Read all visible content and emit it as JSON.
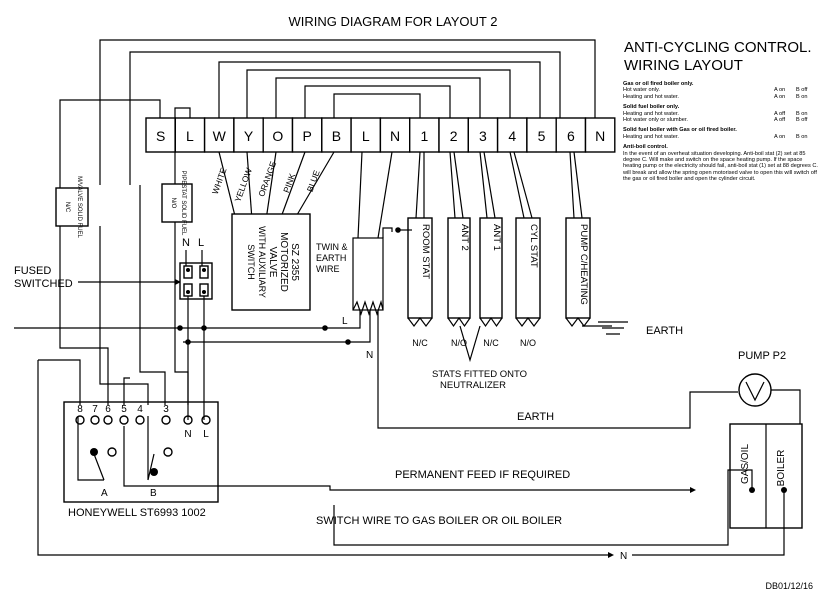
{
  "title": "WIRING DIAGRAM FOR LAYOUT 2",
  "anti_cycling": {
    "title_line1": "ANTI-CYCLING CONTROL.",
    "title_line2": "WIRING LAYOUT",
    "sections": [
      {
        "heading": "Gas or oil fired boiler only.",
        "rows": [
          [
            "Hot water only.",
            "A on",
            "B off"
          ],
          [
            "Heating and hot water.",
            "A on",
            "B on"
          ]
        ]
      },
      {
        "heading": "Solid fuel boiler only.",
        "rows": [
          [
            "Heating and hot water.",
            "A off",
            "B on"
          ],
          [
            "Hot water only or slumber.",
            "A off",
            "B off"
          ]
        ]
      },
      {
        "heading": "Solid fuel boiler with Gas or oil fired boiler.",
        "rows": [
          [
            "Heating and hot water.",
            "A on",
            "B on"
          ]
        ]
      }
    ],
    "anti_boil_heading": "Anti-boil control.",
    "anti_boil_text": "In the event of an overheat situation developing. Anti-boil stat (2) set at 85 degree C. Will make and switch on the space heating pump. If the space heating pump or the electricity should fail, anti-boil stat (1) set at 88 degrees C. will break and allow the spring open motorised valve to open this will switch off the gas or oil fired boiler and open the cylinder circuit."
  },
  "terminals": [
    "S",
    "L",
    "W",
    "Y",
    "O",
    "P",
    "B",
    "L",
    "N",
    "1",
    "2",
    "3",
    "4",
    "5",
    "6",
    "N"
  ],
  "wire_colors": [
    "WHITE",
    "YELLOW",
    "ORANGE",
    "PINK",
    "BLUE"
  ],
  "valve": {
    "line1": "SZ 2355",
    "line2": "MOTORIZED",
    "line3": "VALVE",
    "line4": "WITH AUXILIARY",
    "line5": "SWITCH"
  },
  "mvalve": {
    "contact": "N/C",
    "text": "M/VALVE SOLID FUEL"
  },
  "pipestat": {
    "contact": "N/O",
    "text": "PIPESTAT SOLID FUEL"
  },
  "fused": {
    "line1": "FUSED",
    "line2": "SWITCHED",
    "n": "N",
    "l": "L"
  },
  "twin": {
    "line1": "TWIN &",
    "line2": "EARTH",
    "line3": "WIRE",
    "l": "L",
    "n": "N"
  },
  "stats": [
    {
      "name": "ROOM STAT",
      "contact": "N/C"
    },
    {
      "name": "ANT 2",
      "contact": "N/O"
    },
    {
      "name": "ANT 1",
      "contact": "N/C"
    },
    {
      "name": "CYL STAT",
      "contact": "N/O"
    },
    {
      "name": "PUMP  C/HEATING",
      "contact": ""
    }
  ],
  "stats_note_line1": "STATS FITTED ONTO",
  "stats_note_line2": "NEUTRALIZER",
  "earth_label": "EARTH",
  "earth_wire_label": "EARTH",
  "honeywell": {
    "label": "HONEYWELL ST6993 1002",
    "terminals": [
      "8",
      "7",
      "6",
      "5",
      "4",
      "3",
      "N",
      "L"
    ],
    "switch_a": "A",
    "switch_b": "B"
  },
  "pump_p2": "PUMP P2",
  "boiler": {
    "left": "GAS/OIL",
    "right": "BOILER"
  },
  "permanent_feed": "PERMANENT FEED IF REQUIRED",
  "switch_wire": "SWITCH WIRE TO GAS BOILER OR OIL BOILER",
  "neutral_label": "N",
  "ref": "DB01/12/16"
}
